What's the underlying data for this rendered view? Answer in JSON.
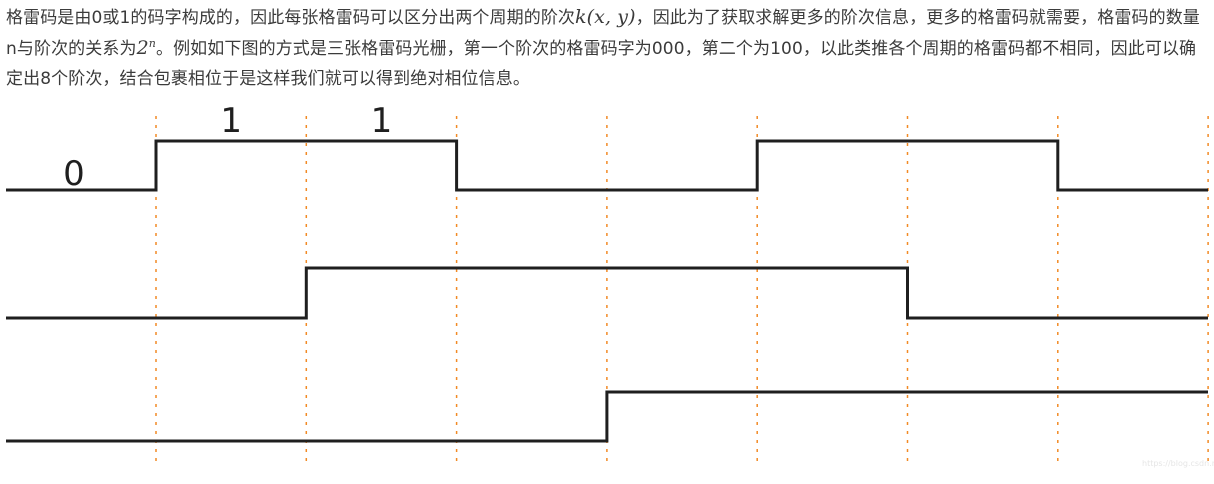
{
  "paragraph": {
    "part1": "格雷码是由0或1的码字构成的，因此每张格雷码可以区分出两个周期的阶次",
    "math_phase": "k(x, y)",
    "part2": "，因此为了获取求解更多的阶次信息，更多的格雷码就需要，格雷码的数量n与阶次的关系为",
    "math_base": "2",
    "math_exp": "n",
    "part3": "。例如如下图的方式是三张格雷码光栅，第一个阶次的格雷码字为000，第二个为100，以此类推各个周期的格雷码都不相同，因此可以确定出8个阶次，结合包裹相位于是这样我们就可以得到绝对相位信息。"
  },
  "diagram": {
    "bit_labels": [
      {
        "text": "0",
        "period": 0
      },
      {
        "text": "1",
        "period": 1
      },
      {
        "text": "1",
        "period": 2
      }
    ],
    "periods": 8,
    "gray_patterns": [
      [
        0,
        1,
        1,
        0,
        0,
        1,
        1,
        0
      ],
      [
        0,
        0,
        1,
        1,
        1,
        1,
        0,
        0
      ],
      [
        0,
        0,
        0,
        0,
        1,
        1,
        1,
        1
      ]
    ],
    "colors": {
      "wave": "#1f1f1f",
      "guide": "#f28a25",
      "text": "#3b3b3b"
    },
    "watermark": "https://blog.csdn.net/..."
  }
}
